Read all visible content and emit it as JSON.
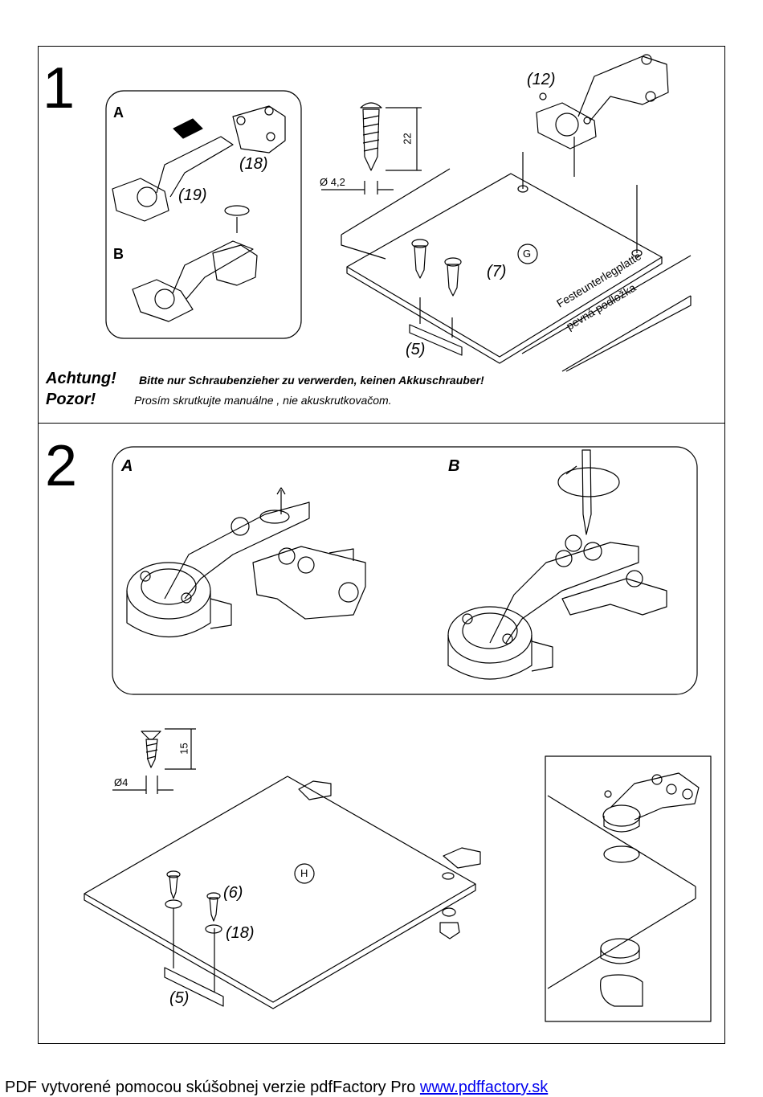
{
  "step1": {
    "number": "1",
    "inset_label_a": "A",
    "inset_label_b": "B",
    "part_18": "(18)",
    "part_19": "(19)",
    "part_12": "(12)",
    "part_7": "(7)",
    "part_5": "(5)",
    "panel_g": "G",
    "screw_length": "22",
    "screw_diameter": "Ø 4,2",
    "panel_label_de": "Festeunterlegplatte",
    "panel_label_sk": "pevná podložka"
  },
  "warning": {
    "title_de": "Achtung!",
    "text_de": "Bitte nur Schraubenzieher zu verwerden, keinen Akkuschrauber!",
    "title_sk": "Pozor!",
    "text_sk": "Prosím skrutkujte manuálne , nie akuskrutkovačom."
  },
  "step2": {
    "number": "2",
    "label_a": "A",
    "label_b": "B",
    "screw_length": "15",
    "screw_diameter": "Ø4",
    "panel_h": "H",
    "part_6": "(6)",
    "part_18": "(18)",
    "part_5": "(5)"
  },
  "footer": {
    "text": "PDF vytvorené pomocou skúšobnej verzie pdfFactory Pro",
    "link": "www.pdffactory.sk"
  }
}
